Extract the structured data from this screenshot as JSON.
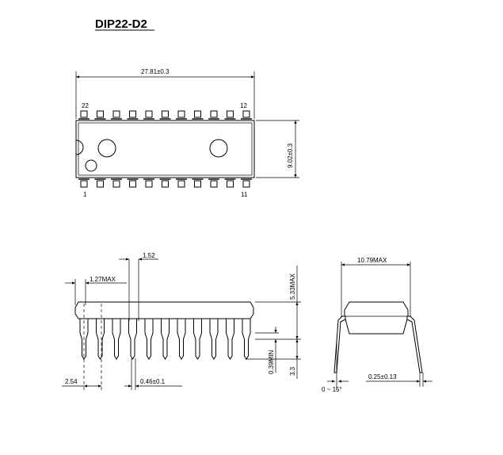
{
  "title": "DIP22-D2",
  "top_view": {
    "length_label": "27.81±0.3",
    "width_label": "9.02±0.3",
    "pin_top_left": "22",
    "pin_top_right": "12",
    "pin_bottom_left": "1",
    "pin_bottom_right": "11",
    "pins_per_side": 11
  },
  "side_view": {
    "pin_width_top": "1.52",
    "end_max": "1.27MAX",
    "height_max": "5.33MAX",
    "standoff_min": "0.39MIN",
    "lead_length": "3.3",
    "pitch": "2.54",
    "lead_width": "0.46±0.1"
  },
  "end_view": {
    "width_max": "10.79MAX",
    "lead_thickness": "0.25±0.13",
    "angle": "0 ~ 15°"
  }
}
